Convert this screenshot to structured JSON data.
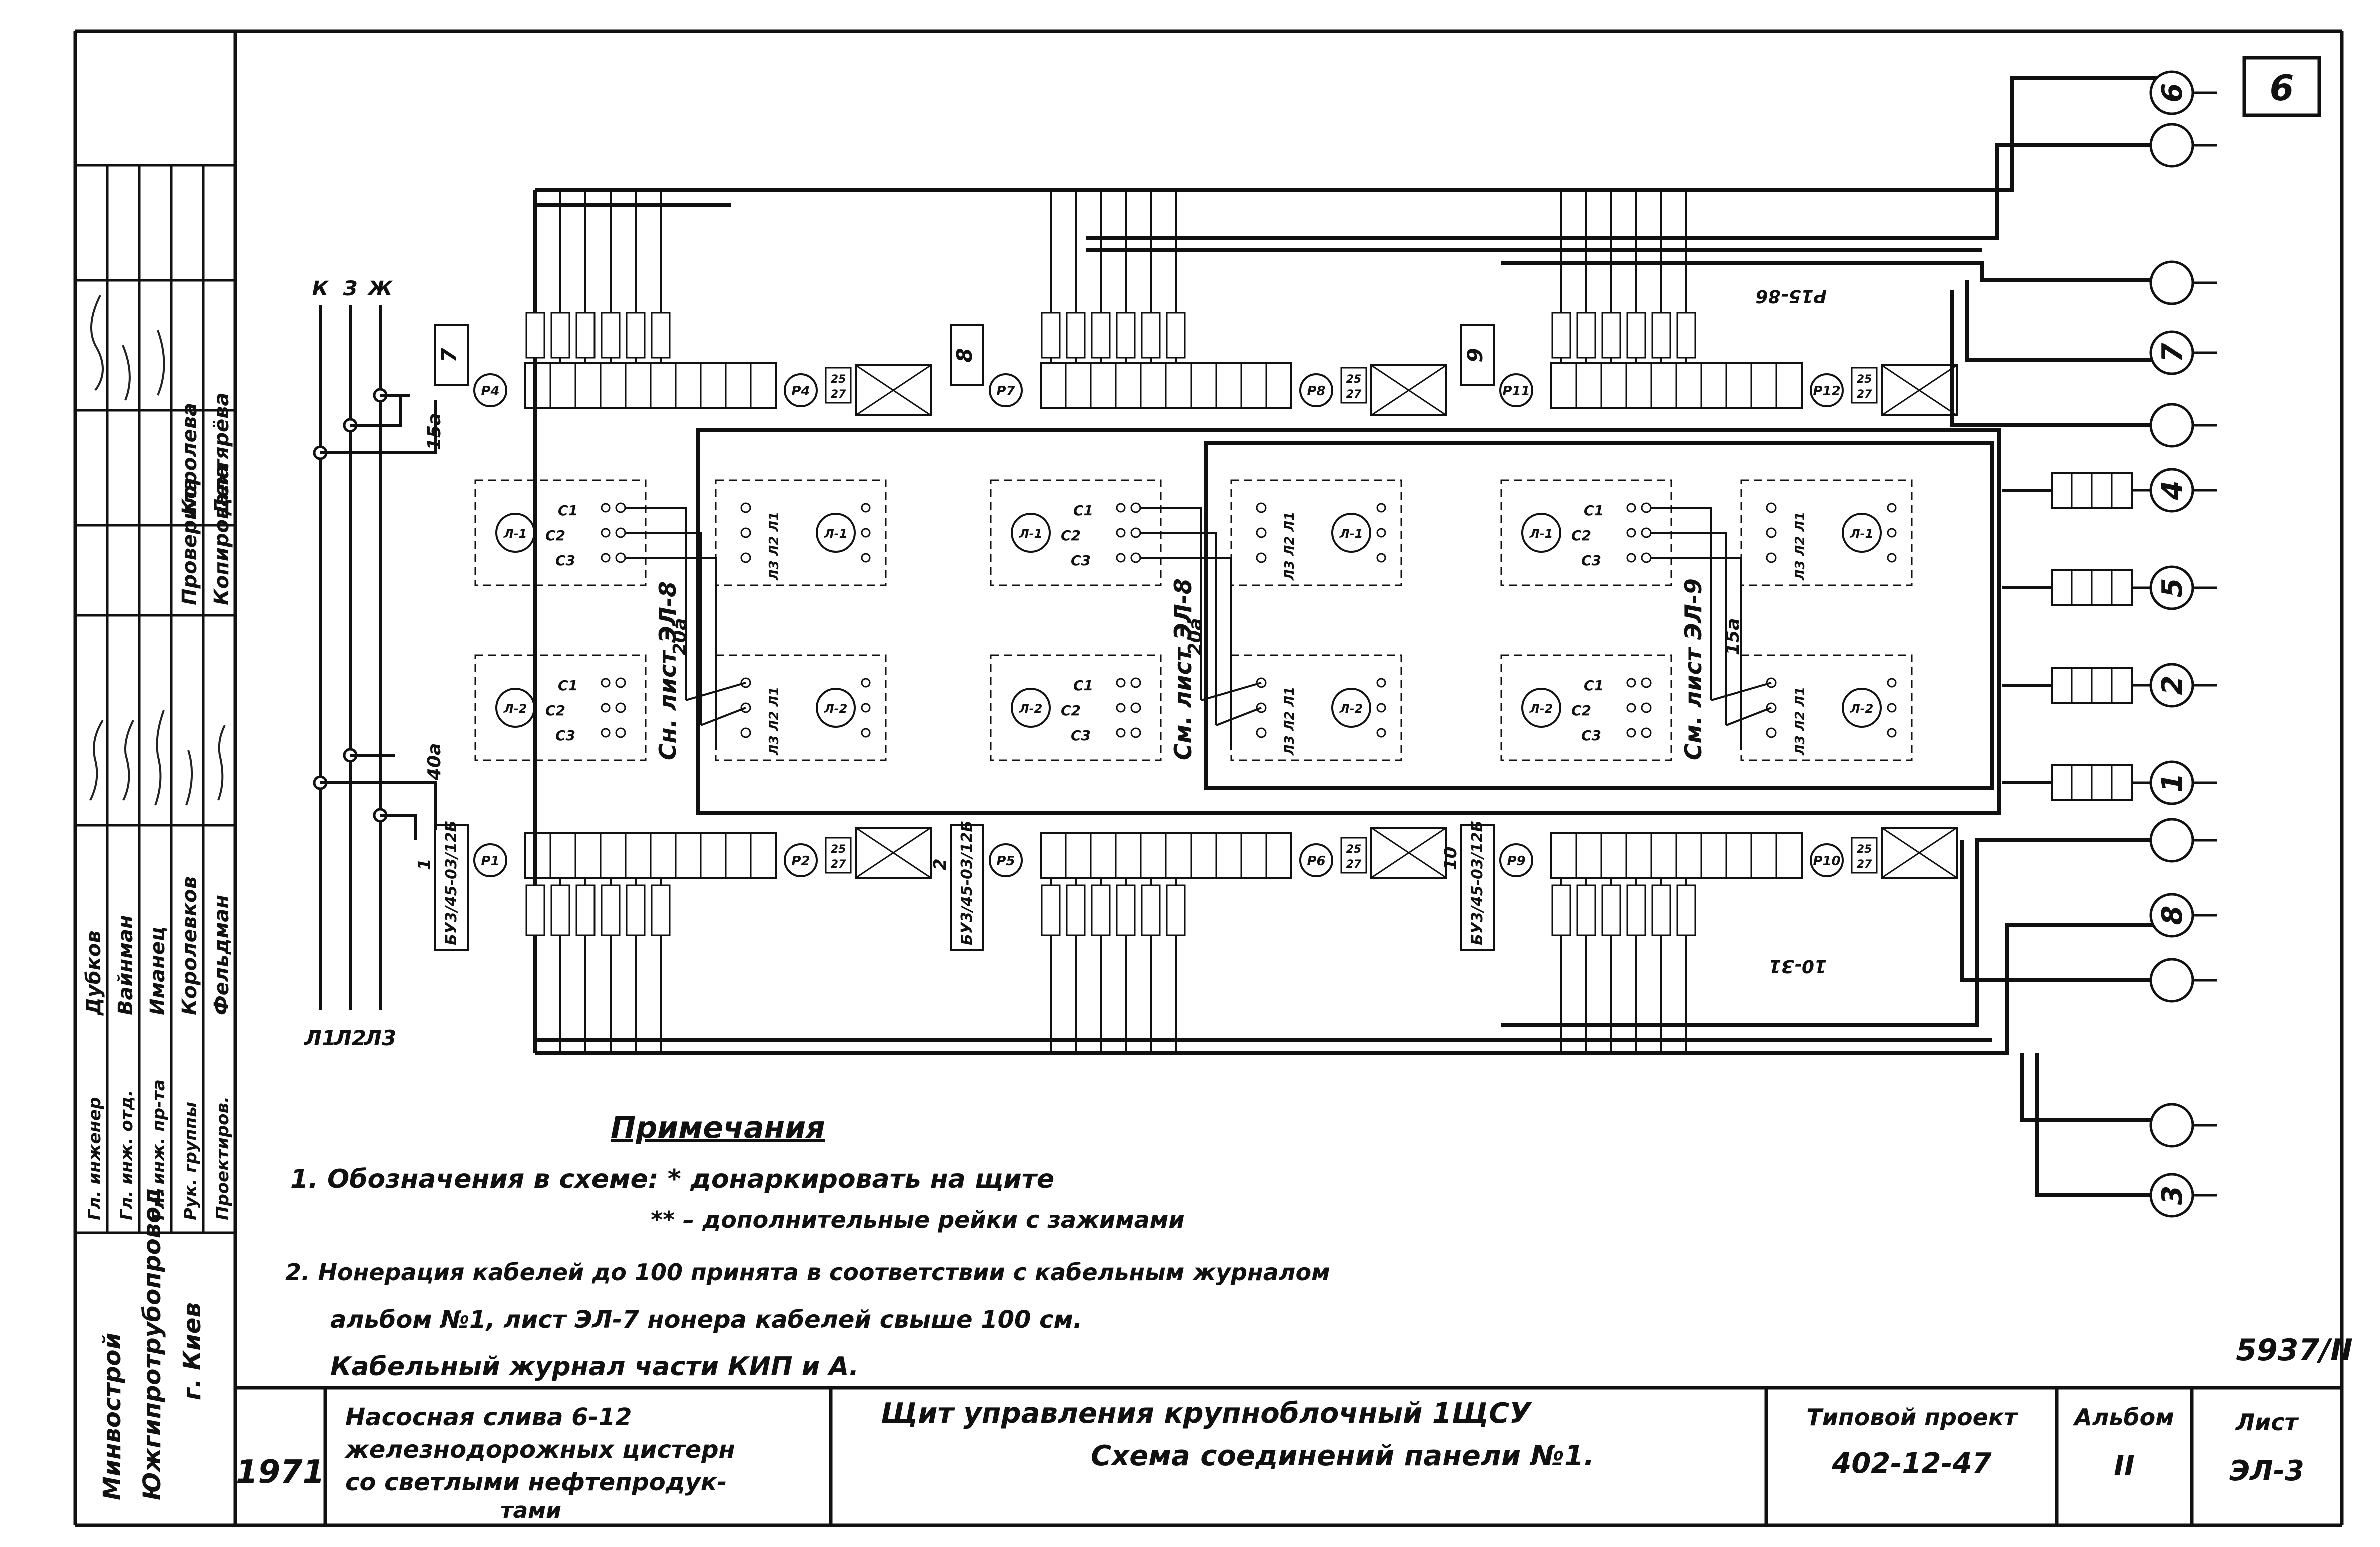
{
  "sheet_corner_number": "6",
  "archive_number": "5937/II",
  "bus_labels_top": [
    "К",
    "З",
    "Ж"
  ],
  "bus_labels_bottom": [
    "Л1",
    "Л2",
    "Л3"
  ],
  "bus_1a": "15а",
  "bus_1b": "40а",
  "bus_2a": "20а",
  "bus_2b": "20а",
  "bus_3a": "15а",
  "panels": [
    {
      "number": "7",
      "ref": "Сн. лист ЭЛ-8",
      "terminal_code": "БУ3/45-03/12Б",
      "bottom_no": "1"
    },
    {
      "number": "8",
      "ref": "См. лист ЭЛ-8",
      "terminal_code": "БУ3/45-03/12Б",
      "bottom_no": "2"
    },
    {
      "number": "9",
      "ref": "См. лист ЭЛ-9",
      "terminal_code": "БУ3/45-03/12Б",
      "bottom_no": "10"
    }
  ],
  "devices": {
    "top_left": "Л-1",
    "bottom_left": "Л-2",
    "contacts_left": [
      "С1",
      "С2",
      "С3"
    ],
    "contacts_right": "Л3 Л2 Л1"
  },
  "relays_top": [
    "Р4",
    "Р4",
    "Р7",
    "Р8",
    "Р11",
    "Р12"
  ],
  "relays_bottom": [
    "Р1",
    "Р2",
    "Р5",
    "Р6",
    "Р9",
    "Р10"
  ],
  "cable_numbers": {
    "top_right_1": "Р15-86",
    "bottom_right_1": "10-31"
  },
  "terminal_pairs": [
    "25",
    "27"
  ],
  "right_circles": [
    "6",
    "",
    "",
    "7",
    "",
    "4",
    "5",
    "2",
    "1",
    "",
    "8",
    "",
    "",
    "3"
  ],
  "notes": {
    "heading": "Примечания",
    "line1": "1. Обозначения в схеме: * донаркировать на щите",
    "line1b": "** – дополнительные рейки с зажимами",
    "line2": "2. Нонерация кабелей до 100 принята в соответствии с кабельным журналом",
    "line2b": "альбом №1, лист ЭЛ-7  нонера кабелей свыше 100 см.",
    "line2c": "Кабельный   журнал   части   КИП и А."
  },
  "side_stamp": {
    "org_line1": "Минвострой",
    "org_line2": "Южгипротрубопровод",
    "org_line3": "г. Киев",
    "roles": [
      "Гл. инженер",
      "Гл. инж. отд.",
      "Гл. инж. пр-та",
      "Рук. группы",
      "Проектиров."
    ],
    "names": [
      "Дубков",
      "Вайнман",
      "Иманец",
      "Королевков",
      "Фельдман"
    ],
    "check_roles": [
      "Проверила",
      "Копировала"
    ],
    "check_names": [
      "Королева",
      "Дехтярёва"
    ]
  },
  "title_block": {
    "year": "1971",
    "object_line1": "Насосная слива 6-12",
    "object_line2": "железнодорожных цистерн",
    "object_line3": "со светлыми нефтепродук-",
    "object_line4": "тами",
    "title_line1": "Щит управления крупноблочный 1ЩСУ",
    "title_line2": "Схема соединений панели №1.",
    "project_label": "Типовой проект",
    "project_no": "402-12-47",
    "album_label": "Альбом",
    "album_no": "II",
    "sheet_label": "Лист",
    "sheet_no": "ЭЛ-3"
  }
}
